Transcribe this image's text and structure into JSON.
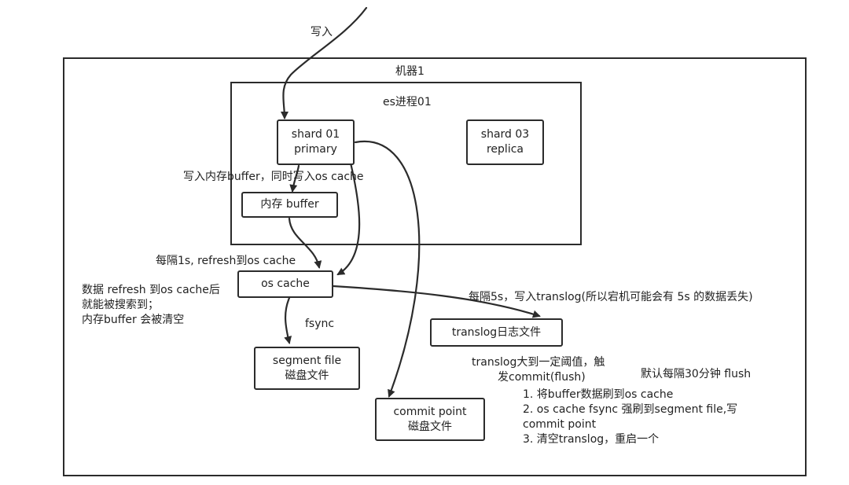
{
  "diagram": {
    "write_in": "写入",
    "machine": {
      "title": "机器1"
    },
    "es_process": {
      "title": "es进程01"
    },
    "shard_primary": {
      "line1": "shard 01",
      "line2": "primary"
    },
    "shard_replica": {
      "line1": "shard 03",
      "line2": "replica"
    },
    "write_buffer_label": "写入内存buffer，同时写入os cache",
    "memory_buffer": {
      "label": "内存 buffer"
    },
    "refresh_label": "每隔1s, refresh到os cache",
    "os_cache": {
      "label": "os cache"
    },
    "refresh_notes": [
      "数据 refresh 到os cache后",
      "就能被搜索到；",
      "内存buffer 会被清空"
    ],
    "fsync_label": "fsync",
    "segment_file": {
      "line1": "segment file",
      "line2": "磁盘文件"
    },
    "translog_label": "每隔5s，写入translog(所以宕机可能会有 5s 的数据丢失)",
    "translog_file": {
      "label": "translog日志文件"
    },
    "commit_trigger": [
      "translog大到一定阈值，触",
      "发commit(flush)"
    ],
    "default_flush": "默认每隔30分钟 flush",
    "commit_steps": [
      "1. 将buffer数据刷到os cache",
      "2. os cache fsync 强刷到segment file,写",
      "commit point",
      "3. 清空translog，重启一个"
    ],
    "commit_point": {
      "line1": "commit point",
      "line2": "磁盘文件"
    }
  },
  "colors": {
    "stroke": "#2b2b2b",
    "text": "#222222",
    "background": "#ffffff"
  }
}
